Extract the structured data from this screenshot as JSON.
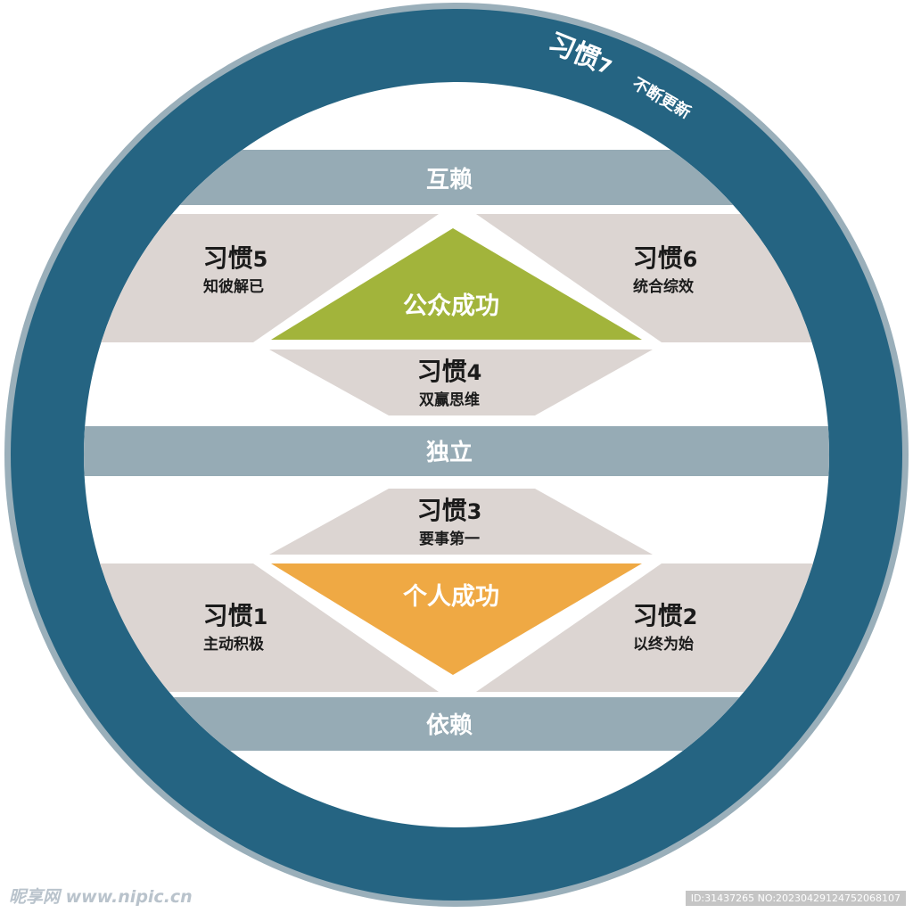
{
  "colors": {
    "ring": "#256482",
    "ring_rim": "#9aafba",
    "band": "#96abb5",
    "gray_shape": "#dcd5d2",
    "public_success": "#a2b43b",
    "private_success": "#efa944",
    "dark_text": "#1b1b1b"
  },
  "ring_label": {
    "title": "习惯",
    "number": "7",
    "subtitle": "不断更新"
  },
  "bands": {
    "top": "互赖",
    "middle": "独立",
    "bottom": "依赖"
  },
  "public_success": {
    "label": "公众成功",
    "habit5": {
      "title": "习惯",
      "number": "5",
      "subtitle": "知彼解已"
    },
    "habit6": {
      "title": "习惯",
      "number": "6",
      "subtitle": "统合综效"
    },
    "habit4": {
      "title": "习惯",
      "number": "4",
      "subtitle": "双赢思维"
    }
  },
  "private_success": {
    "label": "个人成功",
    "habit3": {
      "title": "习惯",
      "number": "3",
      "subtitle": "要事第一"
    },
    "habit1": {
      "title": "习惯",
      "number": "1",
      "subtitle": "主动积极"
    },
    "habit2": {
      "title": "习惯",
      "number": "2",
      "subtitle": "以终为始"
    }
  },
  "watermark": {
    "left": "昵享网 www.nipic.cn",
    "right": "ID:31437265 NO:20230429124752068107"
  }
}
